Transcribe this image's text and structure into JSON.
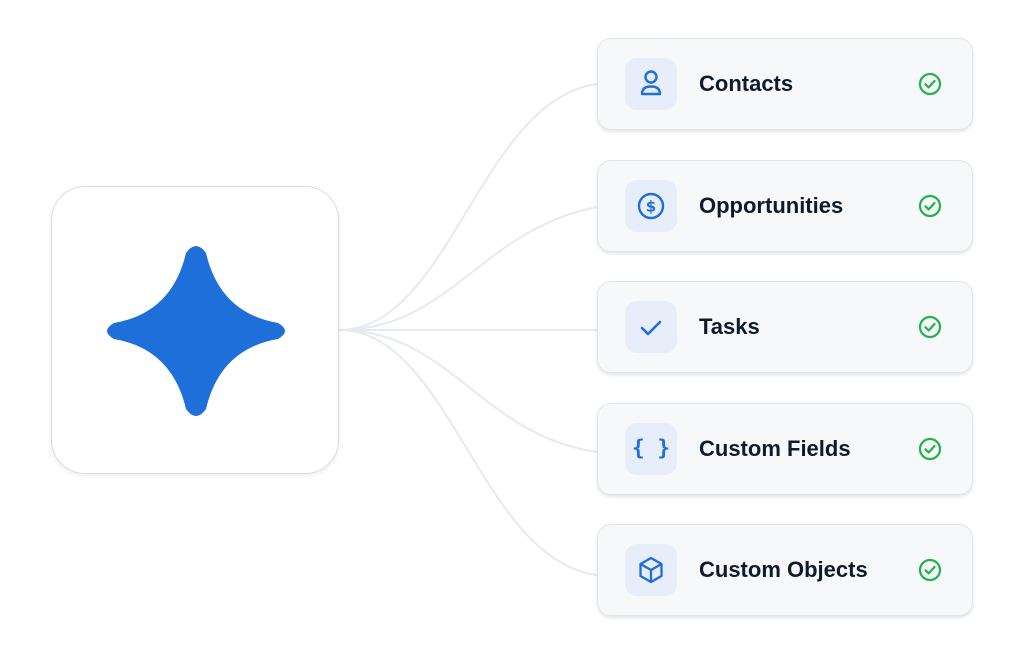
{
  "colors": {
    "brand_blue": "#1e6fd9",
    "success_green": "#22b14c",
    "connector": "#e6e9ee",
    "card_background": "#f7f8fa",
    "icon_tile": "#e7eefa",
    "text": "#0f1b2d"
  },
  "hub": {
    "icon": "four-point-sparkle-icon"
  },
  "integrations": [
    {
      "label": "Contacts",
      "icon": "person-icon",
      "status_icon": "check-circle-icon"
    },
    {
      "label": "Opportunities",
      "icon": "dollar-circle-icon",
      "status_icon": "check-circle-icon"
    },
    {
      "label": "Tasks",
      "icon": "checkmark-icon",
      "status_icon": "check-circle-icon"
    },
    {
      "label": "Custom Fields",
      "icon": "curly-braces-icon",
      "status_icon": "check-circle-icon",
      "glyph": "{ }"
    },
    {
      "label": "Custom Objects",
      "icon": "cube-icon",
      "status_icon": "check-circle-icon"
    }
  ]
}
